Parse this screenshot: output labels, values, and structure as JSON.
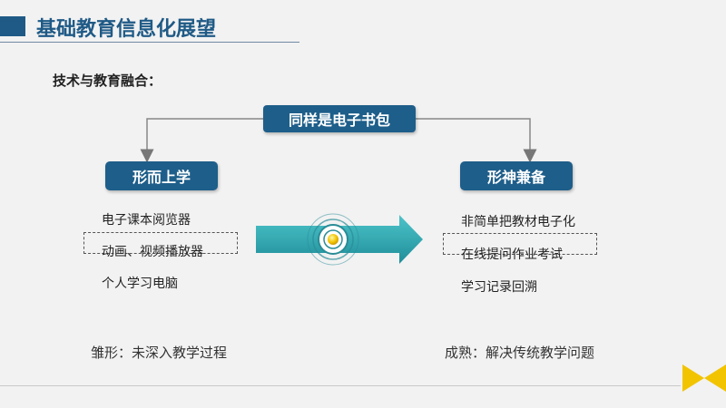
{
  "header": {
    "title": "基础教育信息化展望"
  },
  "subtitle": "技术与教育融合：",
  "diagram": {
    "center_label": "同样是电子书包",
    "left_label": "形而上学",
    "right_label": "形神兼备",
    "left_items": [
      "电子课本阅览器",
      "动画、视频播放器",
      "个人学习电脑"
    ],
    "right_items": [
      "非简单把教材电子化",
      "在线提问作业考试",
      "学习记录回溯"
    ],
    "left_caption": "雏形：未深入教学过程",
    "right_caption": "成熟：解决传统教学问题"
  },
  "colors": {
    "primary": "#1e5e8a",
    "arrow": "#2b9aa6",
    "accent": "#f2c400"
  }
}
